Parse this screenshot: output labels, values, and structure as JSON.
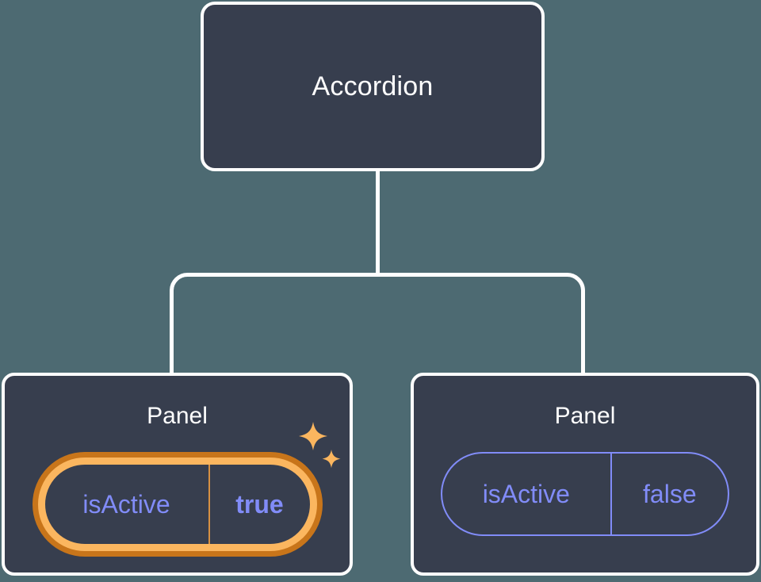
{
  "canvas": {
    "background_color": "#4d6a72",
    "card_fill_color": "#373e4e",
    "card_border_color": "#ffffff",
    "accent_highlight_color": "#fbb65f",
    "accent_highlight_shadow_color": "#c8751a",
    "prop_text_color": "#818cf8"
  },
  "tree": {
    "root": {
      "title": "Accordion"
    },
    "children": [
      {
        "title": "Panel",
        "highlighted": true,
        "prop": {
          "key": "isActive",
          "value": "true"
        },
        "decorations": [
          "sparkle-large-icon",
          "sparkle-small-icon"
        ]
      },
      {
        "title": "Panel",
        "highlighted": false,
        "prop": {
          "key": "isActive",
          "value": "false"
        }
      }
    ]
  }
}
